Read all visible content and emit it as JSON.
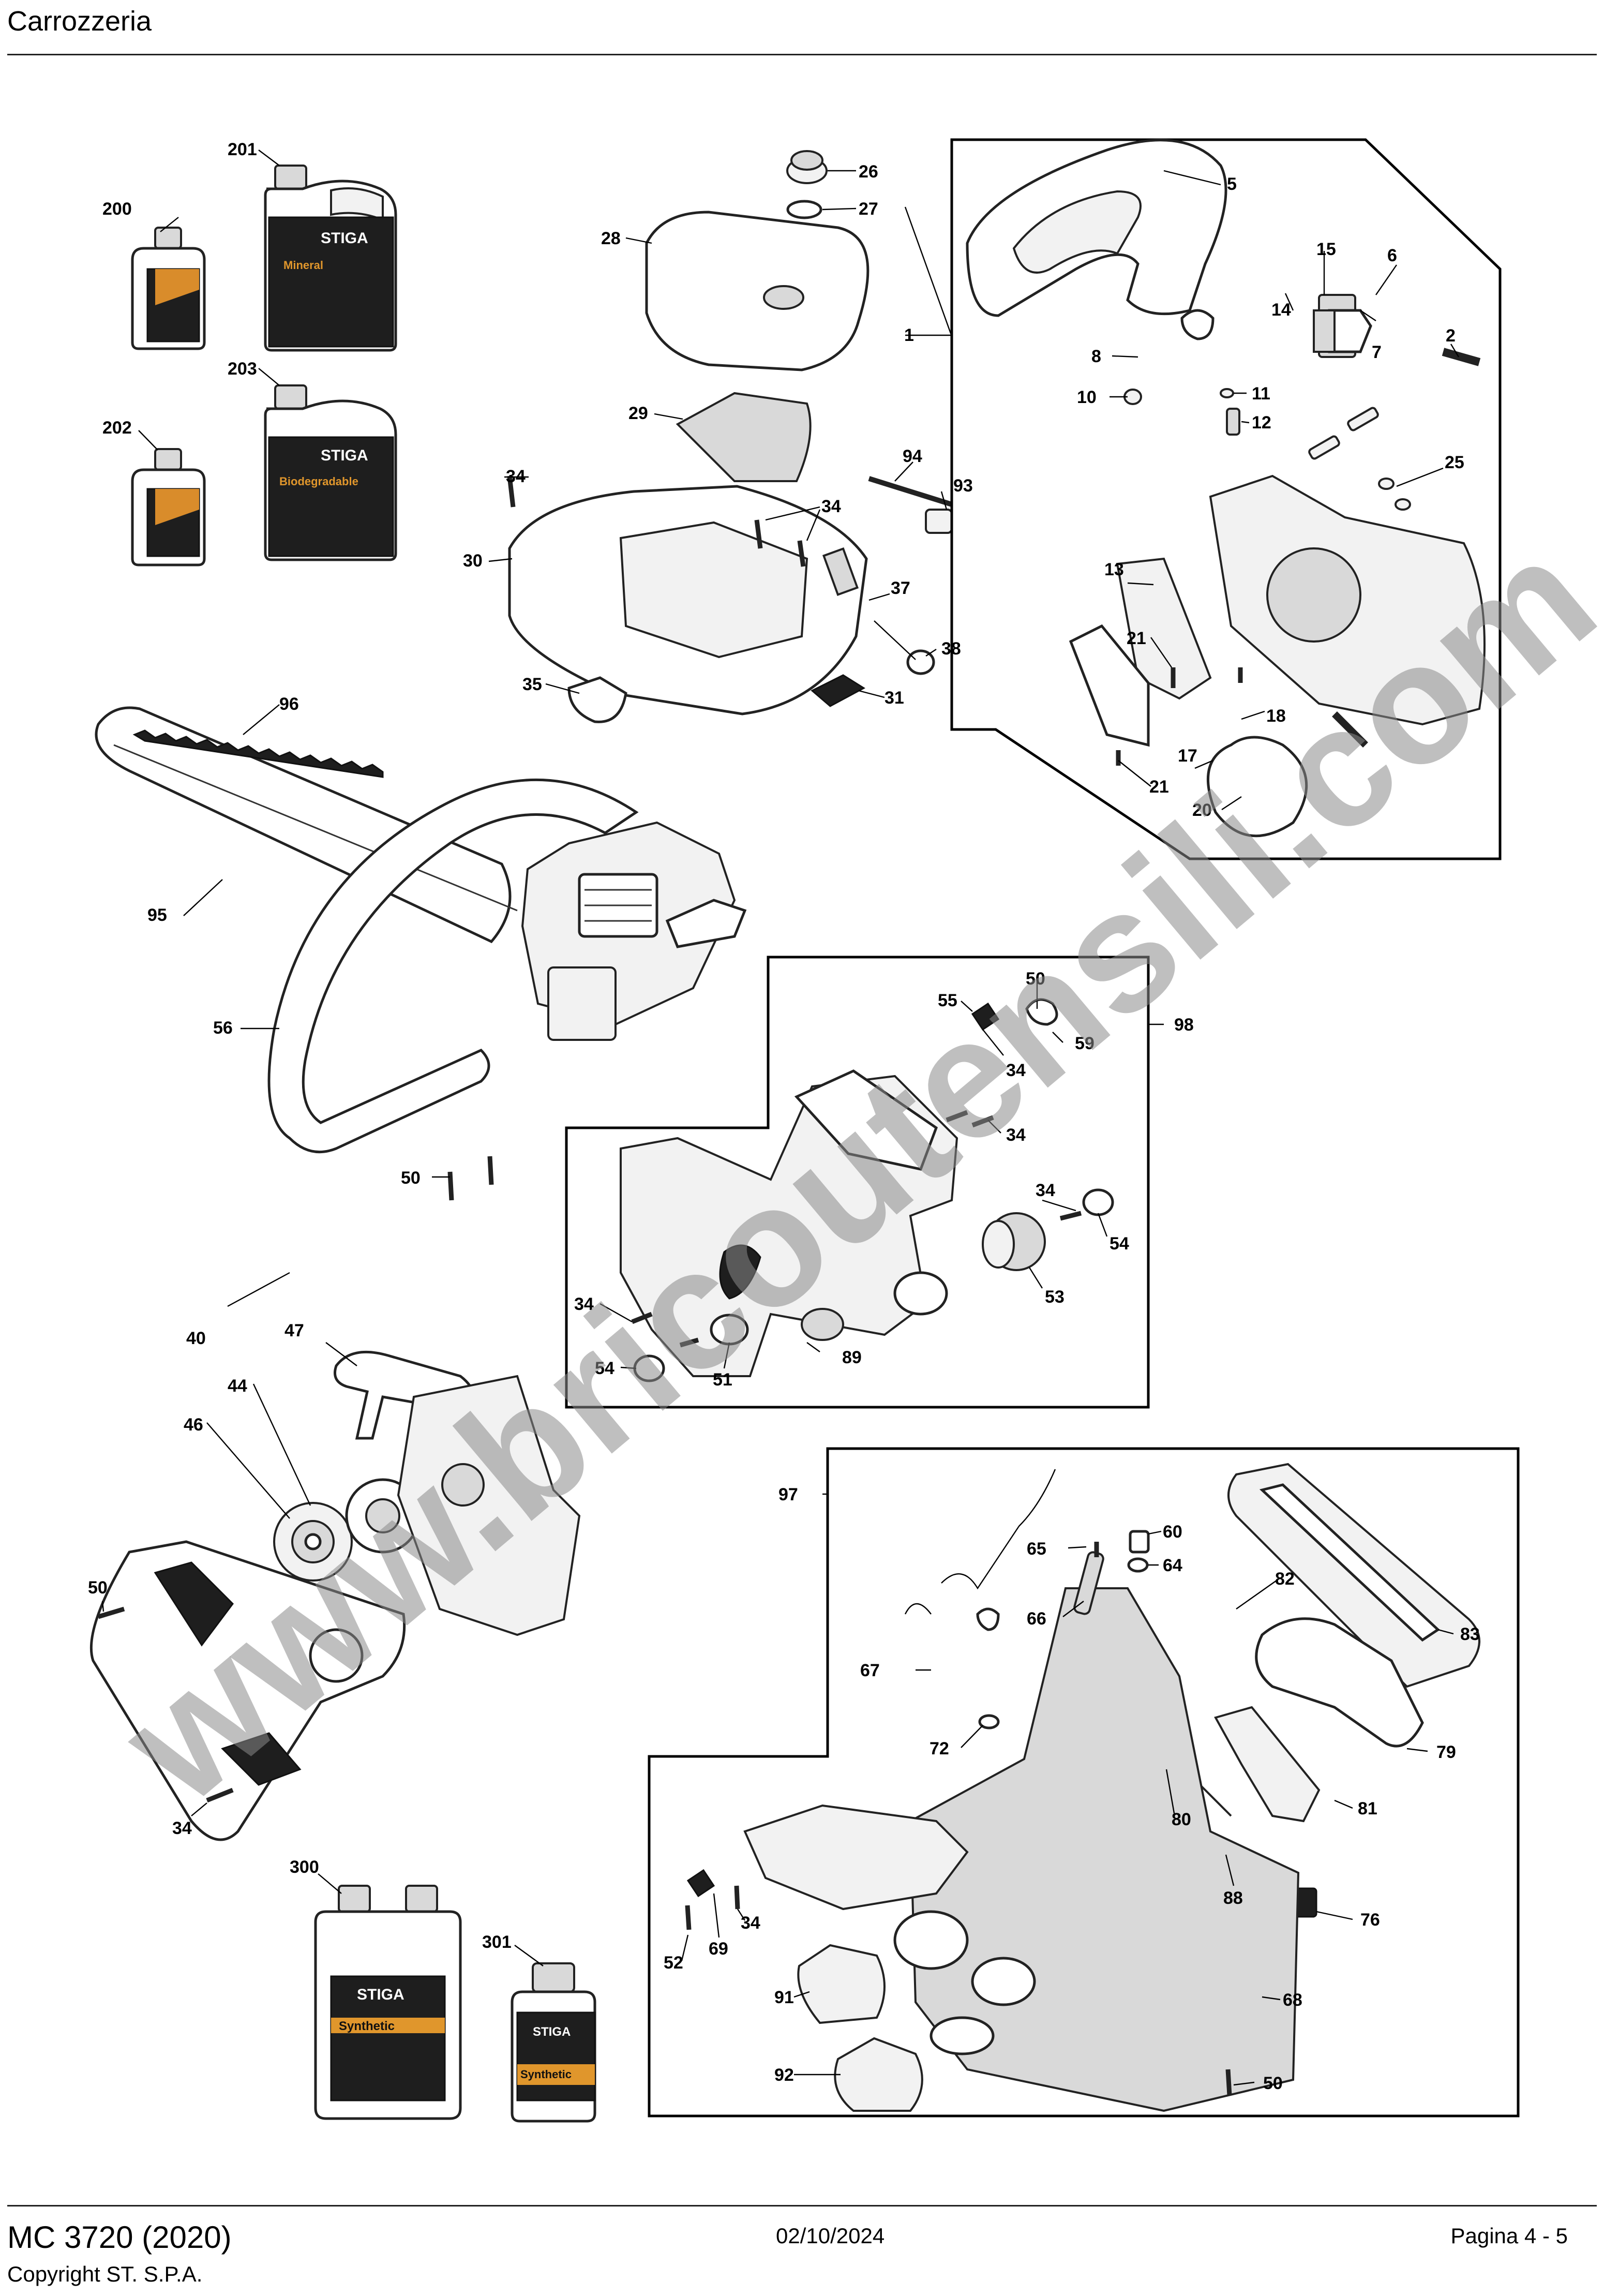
{
  "header": {
    "title": "Carrozzeria"
  },
  "footer": {
    "model": "MC 3720 (2020)",
    "copyright": "Copyright ST. S.P.A.",
    "date": "02/10/2024",
    "page": "Pagina 4 - 5"
  },
  "watermark": {
    "text": "www.bricoutensili.com"
  },
  "brand": {
    "label": "STIGA"
  },
  "bottles": {
    "b201_label": "Mineral",
    "b203_label": "Biodegradable",
    "b300_label": "Synthetic",
    "b301_label": "Synthetic"
  },
  "callouts": {
    "c1": "1",
    "c2": "2",
    "c5": "5",
    "c6": "6",
    "c7": "7",
    "c8": "8",
    "c10": "10",
    "c11": "11",
    "c12": "12",
    "c13": "13",
    "c14": "14",
    "c15": "15",
    "c17": "17",
    "c18": "18",
    "c20": "20",
    "c21a": "21",
    "c21b": "21",
    "c25": "25",
    "c26": "26",
    "c27": "27",
    "c28": "28",
    "c29": "29",
    "c30": "30",
    "c31": "31",
    "c34a": "34",
    "c34b": "34",
    "c35": "35",
    "c37": "37",
    "c38": "38",
    "c93": "93",
    "c94": "94",
    "c95": "95",
    "c96": "96",
    "c56": "56",
    "c50a": "50",
    "c98": "98",
    "c55": "55",
    "c50b": "50",
    "c59": "59",
    "c34c": "34",
    "c34d": "34",
    "c34e": "34",
    "c54a": "54",
    "c53": "53",
    "c34f": "34",
    "c54b": "54",
    "c51": "51",
    "c89": "89",
    "c40": "40",
    "c47": "47",
    "c44": "44",
    "c46": "46",
    "c50c": "50",
    "c34g": "34",
    "c97": "97",
    "c65": "65",
    "c60": "60",
    "c64": "64",
    "c66": "66",
    "c67": "67",
    "c72": "72",
    "c82": "82",
    "c83": "83",
    "c79": "79",
    "c80": "80",
    "c81": "81",
    "c88": "88",
    "c76": "76",
    "c52": "52",
    "c69": "69",
    "c34h": "34",
    "c91": "91",
    "c92": "92",
    "c68": "68",
    "c50d": "50",
    "c200": "200",
    "c201": "201",
    "c202": "202",
    "c203": "203",
    "c300": "300",
    "c301": "301"
  }
}
